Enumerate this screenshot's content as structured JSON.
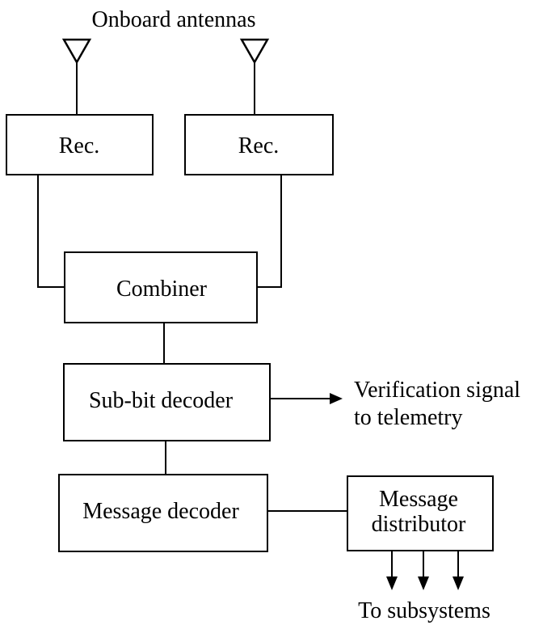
{
  "diagram": {
    "antennas_label": "Onboard antennas",
    "receiver_left": "Rec.",
    "receiver_right": "Rec.",
    "combiner": "Combiner",
    "subbit_decoder": "Sub-bit decoder",
    "verification_line1": "Verification signal",
    "verification_line2": "to telemetry",
    "message_decoder": "Message decoder",
    "distributor_line1": "Message",
    "distributor_line2": "distributor",
    "subsystems_label": "To subsystems"
  }
}
